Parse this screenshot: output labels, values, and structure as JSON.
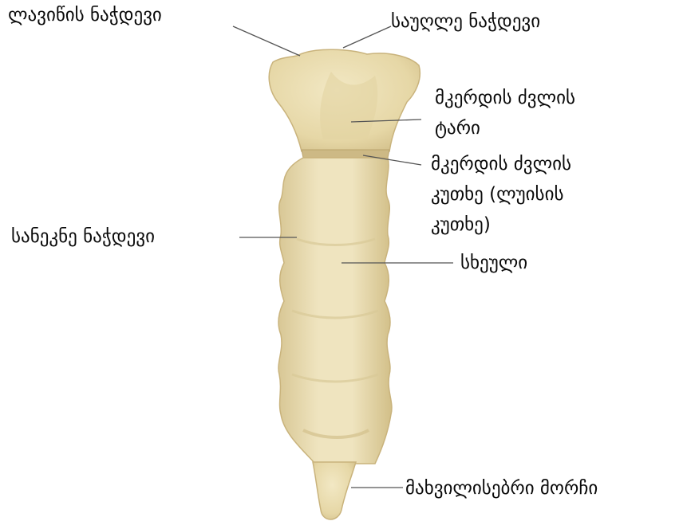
{
  "labels": {
    "clavicular_notch": "ლავიწის ნაჭდევი",
    "jugular_notch": "საუღლე ნაჭდევი",
    "manubrium": {
      "line1": "მკერდის ძვლის",
      "line2": "ტარი"
    },
    "sternal_angle": {
      "line1": "მკერდის ძვლის",
      "line2": "კუთხე (ლუისის",
      "line3": "კუთხე)"
    },
    "costal_notch": "სანეკნე ნაჭდევი",
    "body": "სხეული",
    "xiphoid_process": "მახვილისებრი მორჩი"
  },
  "colors": {
    "bone_fill": "#eadfb6",
    "bone_shadow": "#d6c58f",
    "bone_outline": "#c9b37c",
    "leader_line": "#555555",
    "label_text": "#0a0a0a"
  }
}
